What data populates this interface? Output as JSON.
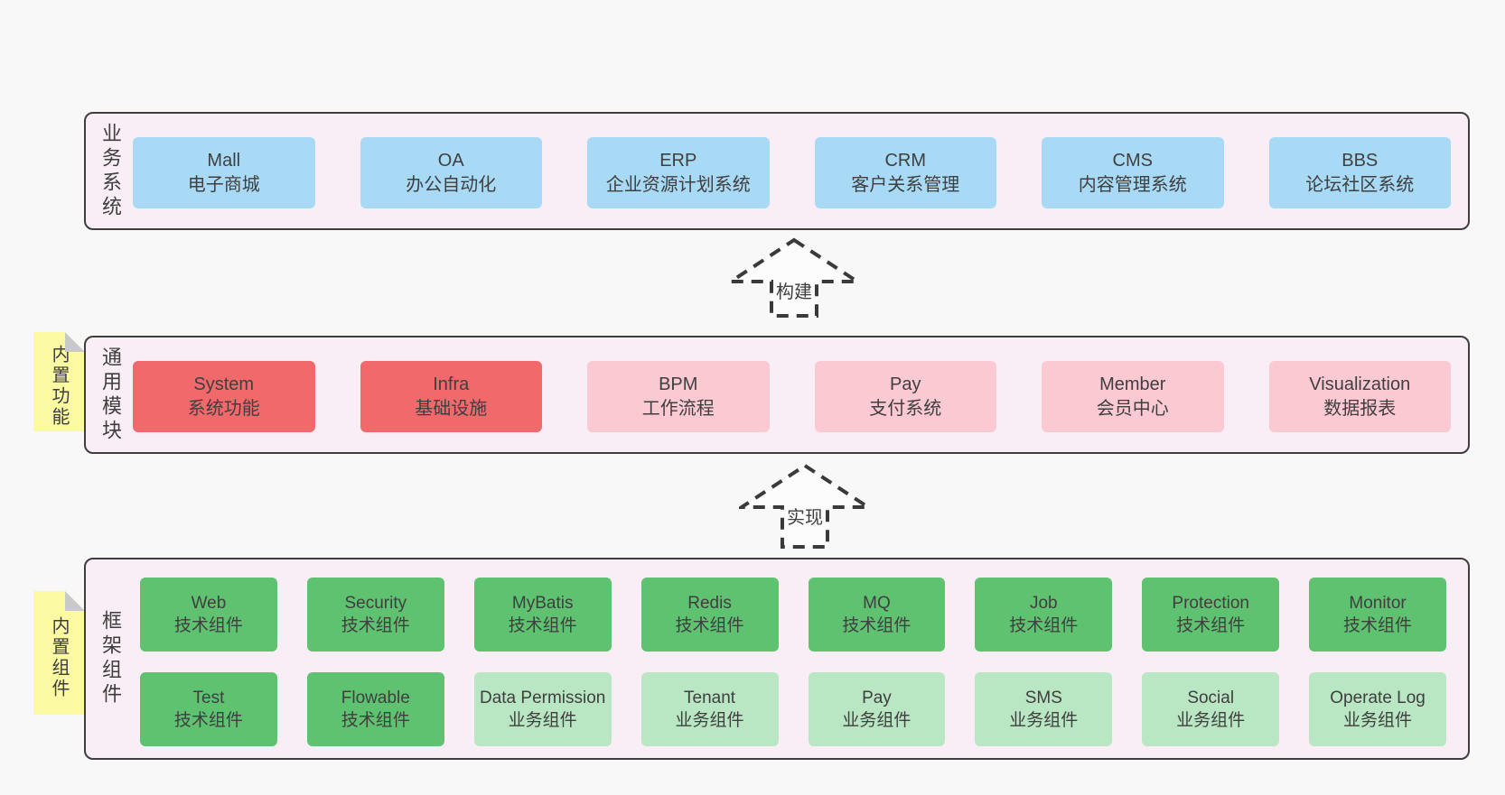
{
  "bands": {
    "business": {
      "label": "业务系统",
      "boxes": [
        {
          "title": "Mall",
          "subtitle": "电子商城"
        },
        {
          "title": "OA",
          "subtitle": "办公自动化"
        },
        {
          "title": "ERP",
          "subtitle": "企业资源计划系统"
        },
        {
          "title": "CRM",
          "subtitle": "客户关系管理"
        },
        {
          "title": "CMS",
          "subtitle": "内容管理系统"
        },
        {
          "title": "BBS",
          "subtitle": "论坛社区系统"
        }
      ]
    },
    "modules": {
      "label": "通用模块",
      "tab": "内置功能",
      "boxes": [
        {
          "title": "System",
          "subtitle": "系统功能"
        },
        {
          "title": "Infra",
          "subtitle": "基础设施"
        },
        {
          "title": "BPM",
          "subtitle": "工作流程"
        },
        {
          "title": "Pay",
          "subtitle": "支付系统"
        },
        {
          "title": "Member",
          "subtitle": "会员中心"
        },
        {
          "title": "Visualization",
          "subtitle": "数据报表"
        }
      ]
    },
    "framework": {
      "label": "框架组件",
      "tab": "内置组件",
      "row1": [
        {
          "title": "Web",
          "subtitle": "技术组件"
        },
        {
          "title": "Security",
          "subtitle": "技术组件"
        },
        {
          "title": "MyBatis",
          "subtitle": "技术组件"
        },
        {
          "title": "Redis",
          "subtitle": "技术组件"
        },
        {
          "title": "MQ",
          "subtitle": "技术组件"
        },
        {
          "title": "Job",
          "subtitle": "技术组件"
        },
        {
          "title": "Protection",
          "subtitle": "技术组件"
        },
        {
          "title": "Monitor",
          "subtitle": "技术组件"
        }
      ],
      "row2": [
        {
          "title": "Test",
          "subtitle": "技术组件"
        },
        {
          "title": "Flowable",
          "subtitle": "技术组件"
        },
        {
          "title": "Data Permission",
          "subtitle": "业务组件"
        },
        {
          "title": "Tenant",
          "subtitle": "业务组件"
        },
        {
          "title": "Pay",
          "subtitle": "业务组件"
        },
        {
          "title": "SMS",
          "subtitle": "业务组件"
        },
        {
          "title": "Social",
          "subtitle": "业务组件"
        },
        {
          "title": "Operate Log",
          "subtitle": "业务组件"
        }
      ]
    }
  },
  "arrows": {
    "build": {
      "label": "构建"
    },
    "implement": {
      "label": "实现"
    }
  },
  "colors": {
    "page_bg": "#f8f8f8",
    "panel_bg": "#f9eef6",
    "panel_border": "#3e3e3e",
    "blue_box": "#a9daf5",
    "red_box": "#f2696c",
    "pink_box": "#fbc9d2",
    "green_box": "#5ec270",
    "light_green_box": "#b9e6c3",
    "sticky_yellow": "#fbf9a2",
    "fold_gray": "#c9c9c9",
    "text": "#3e3e3e"
  }
}
